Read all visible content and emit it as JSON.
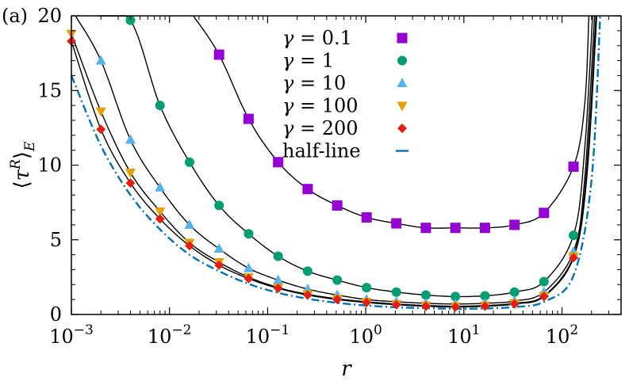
{
  "panel_label": "(a)",
  "chart_data": {
    "type": "scatter",
    "xlabel": "r",
    "ylabel": "⟨τ^R⟩_E",
    "xscale": "log",
    "xlim": [
      0.001,
      400
    ],
    "ylim": [
      0,
      20
    ],
    "x_ticks": [
      {
        "value": 0.001,
        "base": "10",
        "exp": "−3"
      },
      {
        "value": 0.01,
        "base": "10",
        "exp": "−2"
      },
      {
        "value": 0.1,
        "base": "10",
        "exp": "−1"
      },
      {
        "value": 1,
        "base": "10",
        "exp": "0"
      },
      {
        "value": 10,
        "base": "10",
        "exp": "1"
      },
      {
        "value": 100,
        "base": "10",
        "exp": "2"
      }
    ],
    "y_ticks": [
      0,
      5,
      10,
      15,
      20
    ],
    "legend_position": "top-center",
    "series": [
      {
        "name": "γ = 0.1",
        "marker": "square",
        "color": "#9400d3",
        "x": [
          0.032,
          0.064,
          0.128,
          0.256,
          0.512,
          1.02,
          2.05,
          4.1,
          8.2,
          16.4,
          32.8,
          65.5,
          131
        ],
        "y": [
          17.4,
          13.1,
          10.2,
          8.4,
          7.3,
          6.5,
          6.1,
          5.8,
          5.8,
          5.8,
          6.0,
          6.8,
          9.9
        ]
      },
      {
        "name": "γ = 1",
        "marker": "circle",
        "color": "#009e73",
        "x": [
          0.004,
          0.008,
          0.016,
          0.032,
          0.064,
          0.128,
          0.256,
          0.512,
          1.02,
          2.05,
          4.1,
          8.2,
          16.4,
          32.8,
          65.5,
          131
        ],
        "y": [
          19.7,
          14.0,
          10.2,
          7.3,
          5.4,
          3.9,
          2.9,
          2.3,
          1.8,
          1.5,
          1.3,
          1.2,
          1.25,
          1.5,
          2.2,
          5.3
        ]
      },
      {
        "name": "γ = 10",
        "marker": "triangle-up",
        "color": "#56b4e9",
        "x": [
          0.002,
          0.004,
          0.008,
          0.016,
          0.032,
          0.064,
          0.128,
          0.256,
          0.512,
          1.02,
          2.05,
          4.1,
          8.2,
          16.4,
          32.8,
          65.5,
          131
        ],
        "y": [
          17.0,
          11.7,
          8.5,
          6.0,
          4.4,
          3.1,
          2.3,
          1.7,
          1.3,
          1.0,
          0.85,
          0.75,
          0.7,
          0.75,
          0.9,
          1.5,
          4.2
        ]
      },
      {
        "name": "γ = 100",
        "marker": "triangle-down",
        "color": "#e69f00",
        "x": [
          0.001,
          0.002,
          0.004,
          0.008,
          0.016,
          0.032,
          0.064,
          0.128,
          0.256,
          0.512,
          1.02,
          2.05,
          4.1,
          8.2,
          16.4,
          32.8,
          65.5,
          131
        ],
        "y": [
          18.8,
          13.6,
          9.5,
          6.9,
          4.8,
          3.5,
          2.5,
          1.8,
          1.35,
          1.05,
          0.85,
          0.7,
          0.6,
          0.55,
          0.6,
          0.75,
          1.25,
          3.9
        ]
      },
      {
        "name": "γ = 200",
        "marker": "diamond",
        "color": "#e51e10",
        "x": [
          0.001,
          0.002,
          0.004,
          0.008,
          0.016,
          0.032,
          0.064,
          0.128,
          0.256,
          0.512,
          1.02,
          2.05,
          4.1,
          8.2,
          16.4,
          32.8,
          65.5,
          131
        ],
        "y": [
          18.3,
          12.4,
          8.8,
          6.4,
          4.6,
          3.3,
          2.4,
          1.75,
          1.3,
          1.0,
          0.8,
          0.65,
          0.55,
          0.5,
          0.55,
          0.7,
          1.2,
          3.8
        ]
      },
      {
        "name": "half-line",
        "marker": "dash-dot-line",
        "color": "#0072b2"
      }
    ],
    "fit_curves": [
      {
        "name": "γ = 0.1",
        "x": [
          0.0175,
          0.02,
          0.025,
          0.032,
          0.045,
          0.064,
          0.09,
          0.128,
          0.18,
          0.256,
          0.36,
          0.512,
          0.72,
          1.02,
          1.45,
          2.05,
          2.9,
          4.1,
          5.8,
          8.2,
          11.6,
          16.4,
          23.2,
          32.8,
          46.4,
          65.5,
          80,
          100,
          115,
          131,
          145,
          160,
          175,
          188
        ]
      },
      {
        "name": "γ = 1"
      },
      {
        "name": "γ = 10"
      },
      {
        "name": "γ = 100"
      },
      {
        "name": "γ = 200"
      }
    ]
  }
}
